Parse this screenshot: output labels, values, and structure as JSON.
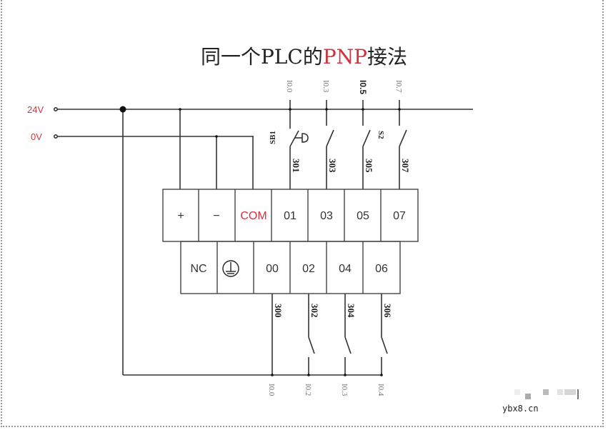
{
  "title": {
    "prefix": "同一个PLC的",
    "highlight": "PNP",
    "suffix": "接法"
  },
  "supply": {
    "v24_label": "24V",
    "v0_label": "0V"
  },
  "terminal_block": {
    "top_row": [
      "+",
      "−",
      "COM",
      "01",
      "03",
      "05",
      "07"
    ],
    "bottom_row": [
      "NC",
      "ground-symbol",
      "00",
      "02",
      "04",
      "06"
    ]
  },
  "top_inputs": {
    "io_labels": [
      "I0.0",
      "I0.3",
      "I0.5",
      "I0.7"
    ],
    "wire_numbers": [
      "301",
      "303",
      "305",
      "307"
    ],
    "switch_labels": [
      "SB1",
      "",
      "S2",
      ""
    ]
  },
  "bottom_inputs": {
    "wire_numbers": [
      "300",
      "302",
      "304",
      "306"
    ],
    "io_labels": [
      "I0.0",
      "I0.2",
      "I0.3",
      "I0.4"
    ]
  },
  "colors": {
    "accent_red": "#d2333c",
    "line": "#333333",
    "border": "#9a9a9a"
  },
  "watermark": "ybx8.cn"
}
